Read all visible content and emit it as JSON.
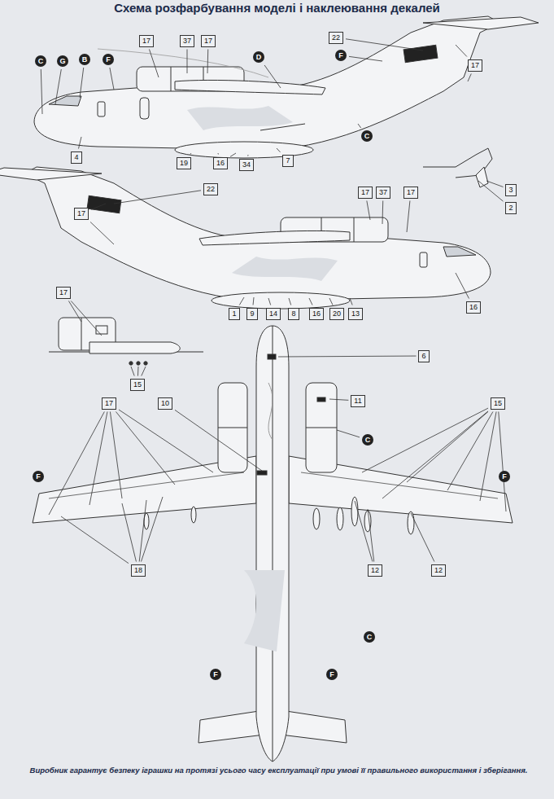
{
  "diagram": {
    "title": "Схема розфарбування моделі і наклеювання декалей",
    "caption": "Виробник гарантує безпеку іграшки на протязі усього часу експлуатації при умові її правильного використання і зберігання.",
    "nodes": [
      {
        "text": [
          "17"
        ]
      },
      {
        "text": [
          "37"
        ]
      },
      {
        "text": [
          "17"
        ]
      },
      {
        "text": [
          "22"
        ]
      },
      {
        "text": [
          "C"
        ]
      },
      {
        "text": [
          "G"
        ]
      },
      {
        "text": [
          "B"
        ]
      },
      {
        "text": [
          "F"
        ]
      },
      {
        "text": [
          "D"
        ]
      },
      {
        "text": [
          "F"
        ]
      },
      {
        "text": [
          "17"
        ]
      },
      {
        "text": [
          "C"
        ]
      },
      {
        "text": [
          "4"
        ]
      },
      {
        "text": [
          "19"
        ]
      },
      {
        "text": [
          "16"
        ]
      },
      {
        "text": [
          "34"
        ]
      },
      {
        "text": [
          "7"
        ]
      },
      {
        "text": [
          "22"
        ]
      },
      {
        "text": [
          "17"
        ]
      },
      {
        "text": [
          "37"
        ]
      },
      {
        "text": [
          "17"
        ]
      },
      {
        "text": [
          "3"
        ]
      },
      {
        "text": [
          "2"
        ]
      },
      {
        "text": [
          "17"
        ]
      },
      {
        "text": [
          "17"
        ]
      },
      {
        "text": [
          "16"
        ]
      },
      {
        "text": [
          "1"
        ]
      },
      {
        "text": [
          "9"
        ]
      },
      {
        "text": [
          "14"
        ]
      },
      {
        "text": [
          "8"
        ]
      },
      {
        "text": [
          "16"
        ]
      },
      {
        "text": [
          "20"
        ]
      },
      {
        "text": [
          "13"
        ]
      },
      {
        "text": [
          "6"
        ]
      },
      {
        "text": [
          "15"
        ]
      },
      {
        "text": [
          "11"
        ]
      },
      {
        "text": [
          "17"
        ]
      },
      {
        "text": [
          "10"
        ]
      },
      {
        "text": [
          "15"
        ]
      },
      {
        "text": [
          "C"
        ]
      },
      {
        "text": [
          "F"
        ]
      },
      {
        "text": [
          "F"
        ]
      },
      {
        "text": [
          "18"
        ]
      },
      {
        "text": [
          "12"
        ]
      },
      {
        "text": [
          "12"
        ]
      },
      {
        "text": [
          "C"
        ]
      },
      {
        "text": [
          "F"
        ]
      },
      {
        "text": [
          "F"
        ]
      }
    ]
  }
}
